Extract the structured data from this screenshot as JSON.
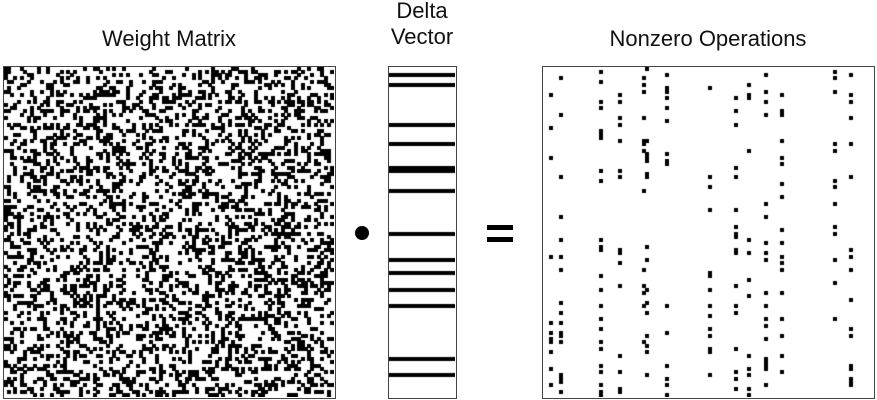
{
  "titles": {
    "weight_matrix": "Weight Matrix",
    "delta_vector_line1": "Delta",
    "delta_vector_line2": "Vector",
    "nonzero_operations": "Nonzero Operations"
  },
  "operators": {
    "dot": "dot-product-icon",
    "equals": "equals-icon"
  },
  "colors": {
    "filled": "#000000",
    "empty": "#ffffff",
    "border": "#444444"
  },
  "weight_matrix": {
    "rows": 100,
    "cols": 100,
    "density": 0.3,
    "seed": 12345
  },
  "delta_vector": {
    "length": 100,
    "nonzero_indices": [
      2,
      5,
      17,
      23,
      30,
      31,
      37,
      50,
      58,
      62,
      67,
      72,
      88,
      93
    ]
  },
  "nonzero_operations": {
    "rows": 100,
    "cols": 100,
    "description": "Weight matrix entries restricted to columns where delta vector is nonzero"
  }
}
